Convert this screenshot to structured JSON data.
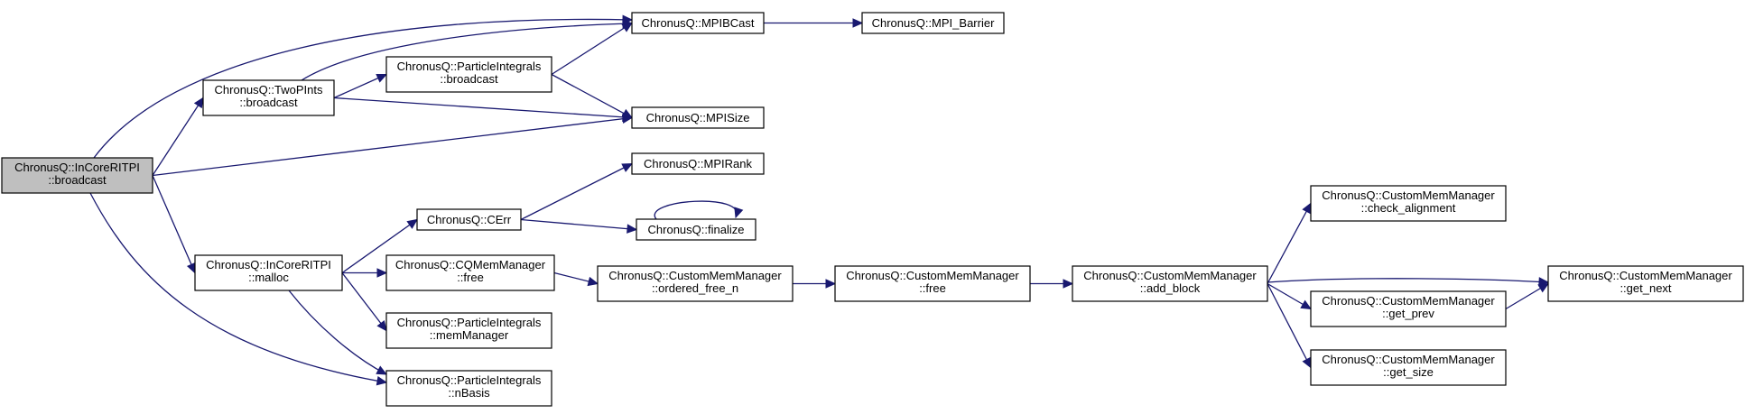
{
  "diagram": {
    "type": "call-graph",
    "edge_color": "#191970",
    "root_fill": "#bfbfbf",
    "nodes": [
      {
        "id": "root",
        "lines": [
          "ChronusQ::InCoreRITPI",
          "::broadcast"
        ],
        "root": true
      },
      {
        "id": "twopints_bcast",
        "lines": [
          "ChronusQ::TwoPInts",
          "::broadcast"
        ]
      },
      {
        "id": "pi_bcast",
        "lines": [
          "ChronusQ::ParticleIntegrals",
          "::broadcast"
        ]
      },
      {
        "id": "mpibcast",
        "lines": [
          "ChronusQ::MPIBCast"
        ]
      },
      {
        "id": "mpibarrier",
        "lines": [
          "ChronusQ::MPI_Barrier"
        ]
      },
      {
        "id": "mpisize",
        "lines": [
          "ChronusQ::MPISize"
        ]
      },
      {
        "id": "malloc",
        "lines": [
          "ChronusQ::InCoreRITPI",
          "::malloc"
        ]
      },
      {
        "id": "cerr",
        "lines": [
          "ChronusQ::CErr"
        ]
      },
      {
        "id": "mpirank",
        "lines": [
          "ChronusQ::MPIRank"
        ]
      },
      {
        "id": "finalize",
        "lines": [
          "ChronusQ::finalize"
        ]
      },
      {
        "id": "cqmem_free",
        "lines": [
          "ChronusQ::CQMemManager",
          "::free"
        ]
      },
      {
        "id": "pi_memmanager",
        "lines": [
          "ChronusQ::ParticleIntegrals",
          "::memManager"
        ]
      },
      {
        "id": "pi_nbasis",
        "lines": [
          "ChronusQ::ParticleIntegrals",
          "::nBasis"
        ]
      },
      {
        "id": "cmm_ordered_free_n",
        "lines": [
          "ChronusQ::CustomMemManager",
          "::ordered_free_n"
        ]
      },
      {
        "id": "cmm_free",
        "lines": [
          "ChronusQ::CustomMemManager",
          "::free"
        ]
      },
      {
        "id": "cmm_add_block",
        "lines": [
          "ChronusQ::CustomMemManager",
          "::add_block"
        ]
      },
      {
        "id": "cmm_check_alignment",
        "lines": [
          "ChronusQ::CustomMemManager",
          "::check_alignment"
        ]
      },
      {
        "id": "cmm_get_prev",
        "lines": [
          "ChronusQ::CustomMemManager",
          "::get_prev"
        ]
      },
      {
        "id": "cmm_get_size",
        "lines": [
          "ChronusQ::CustomMemManager",
          "::get_size"
        ]
      },
      {
        "id": "cmm_get_next",
        "lines": [
          "ChronusQ::CustomMemManager",
          "::get_next"
        ]
      }
    ],
    "edges": [
      [
        "root",
        "mpibcast"
      ],
      [
        "root",
        "twopints_bcast"
      ],
      [
        "root",
        "mpisize"
      ],
      [
        "root",
        "malloc"
      ],
      [
        "root",
        "pi_nbasis"
      ],
      [
        "twopints_bcast",
        "mpibcast"
      ],
      [
        "twopints_bcast",
        "pi_bcast"
      ],
      [
        "twopints_bcast",
        "mpisize"
      ],
      [
        "pi_bcast",
        "mpibcast"
      ],
      [
        "pi_bcast",
        "mpisize"
      ],
      [
        "mpibcast",
        "mpibarrier"
      ],
      [
        "malloc",
        "cerr"
      ],
      [
        "malloc",
        "cqmem_free"
      ],
      [
        "malloc",
        "pi_memmanager"
      ],
      [
        "malloc",
        "pi_nbasis"
      ],
      [
        "cerr",
        "mpirank"
      ],
      [
        "cerr",
        "finalize"
      ],
      [
        "finalize",
        "finalize"
      ],
      [
        "cqmem_free",
        "cmm_ordered_free_n"
      ],
      [
        "cmm_ordered_free_n",
        "cmm_free"
      ],
      [
        "cmm_free",
        "cmm_add_block"
      ],
      [
        "cmm_add_block",
        "cmm_check_alignment"
      ],
      [
        "cmm_add_block",
        "cmm_get_next"
      ],
      [
        "cmm_add_block",
        "cmm_get_prev"
      ],
      [
        "cmm_add_block",
        "cmm_get_size"
      ],
      [
        "cmm_get_prev",
        "cmm_get_next"
      ]
    ]
  }
}
